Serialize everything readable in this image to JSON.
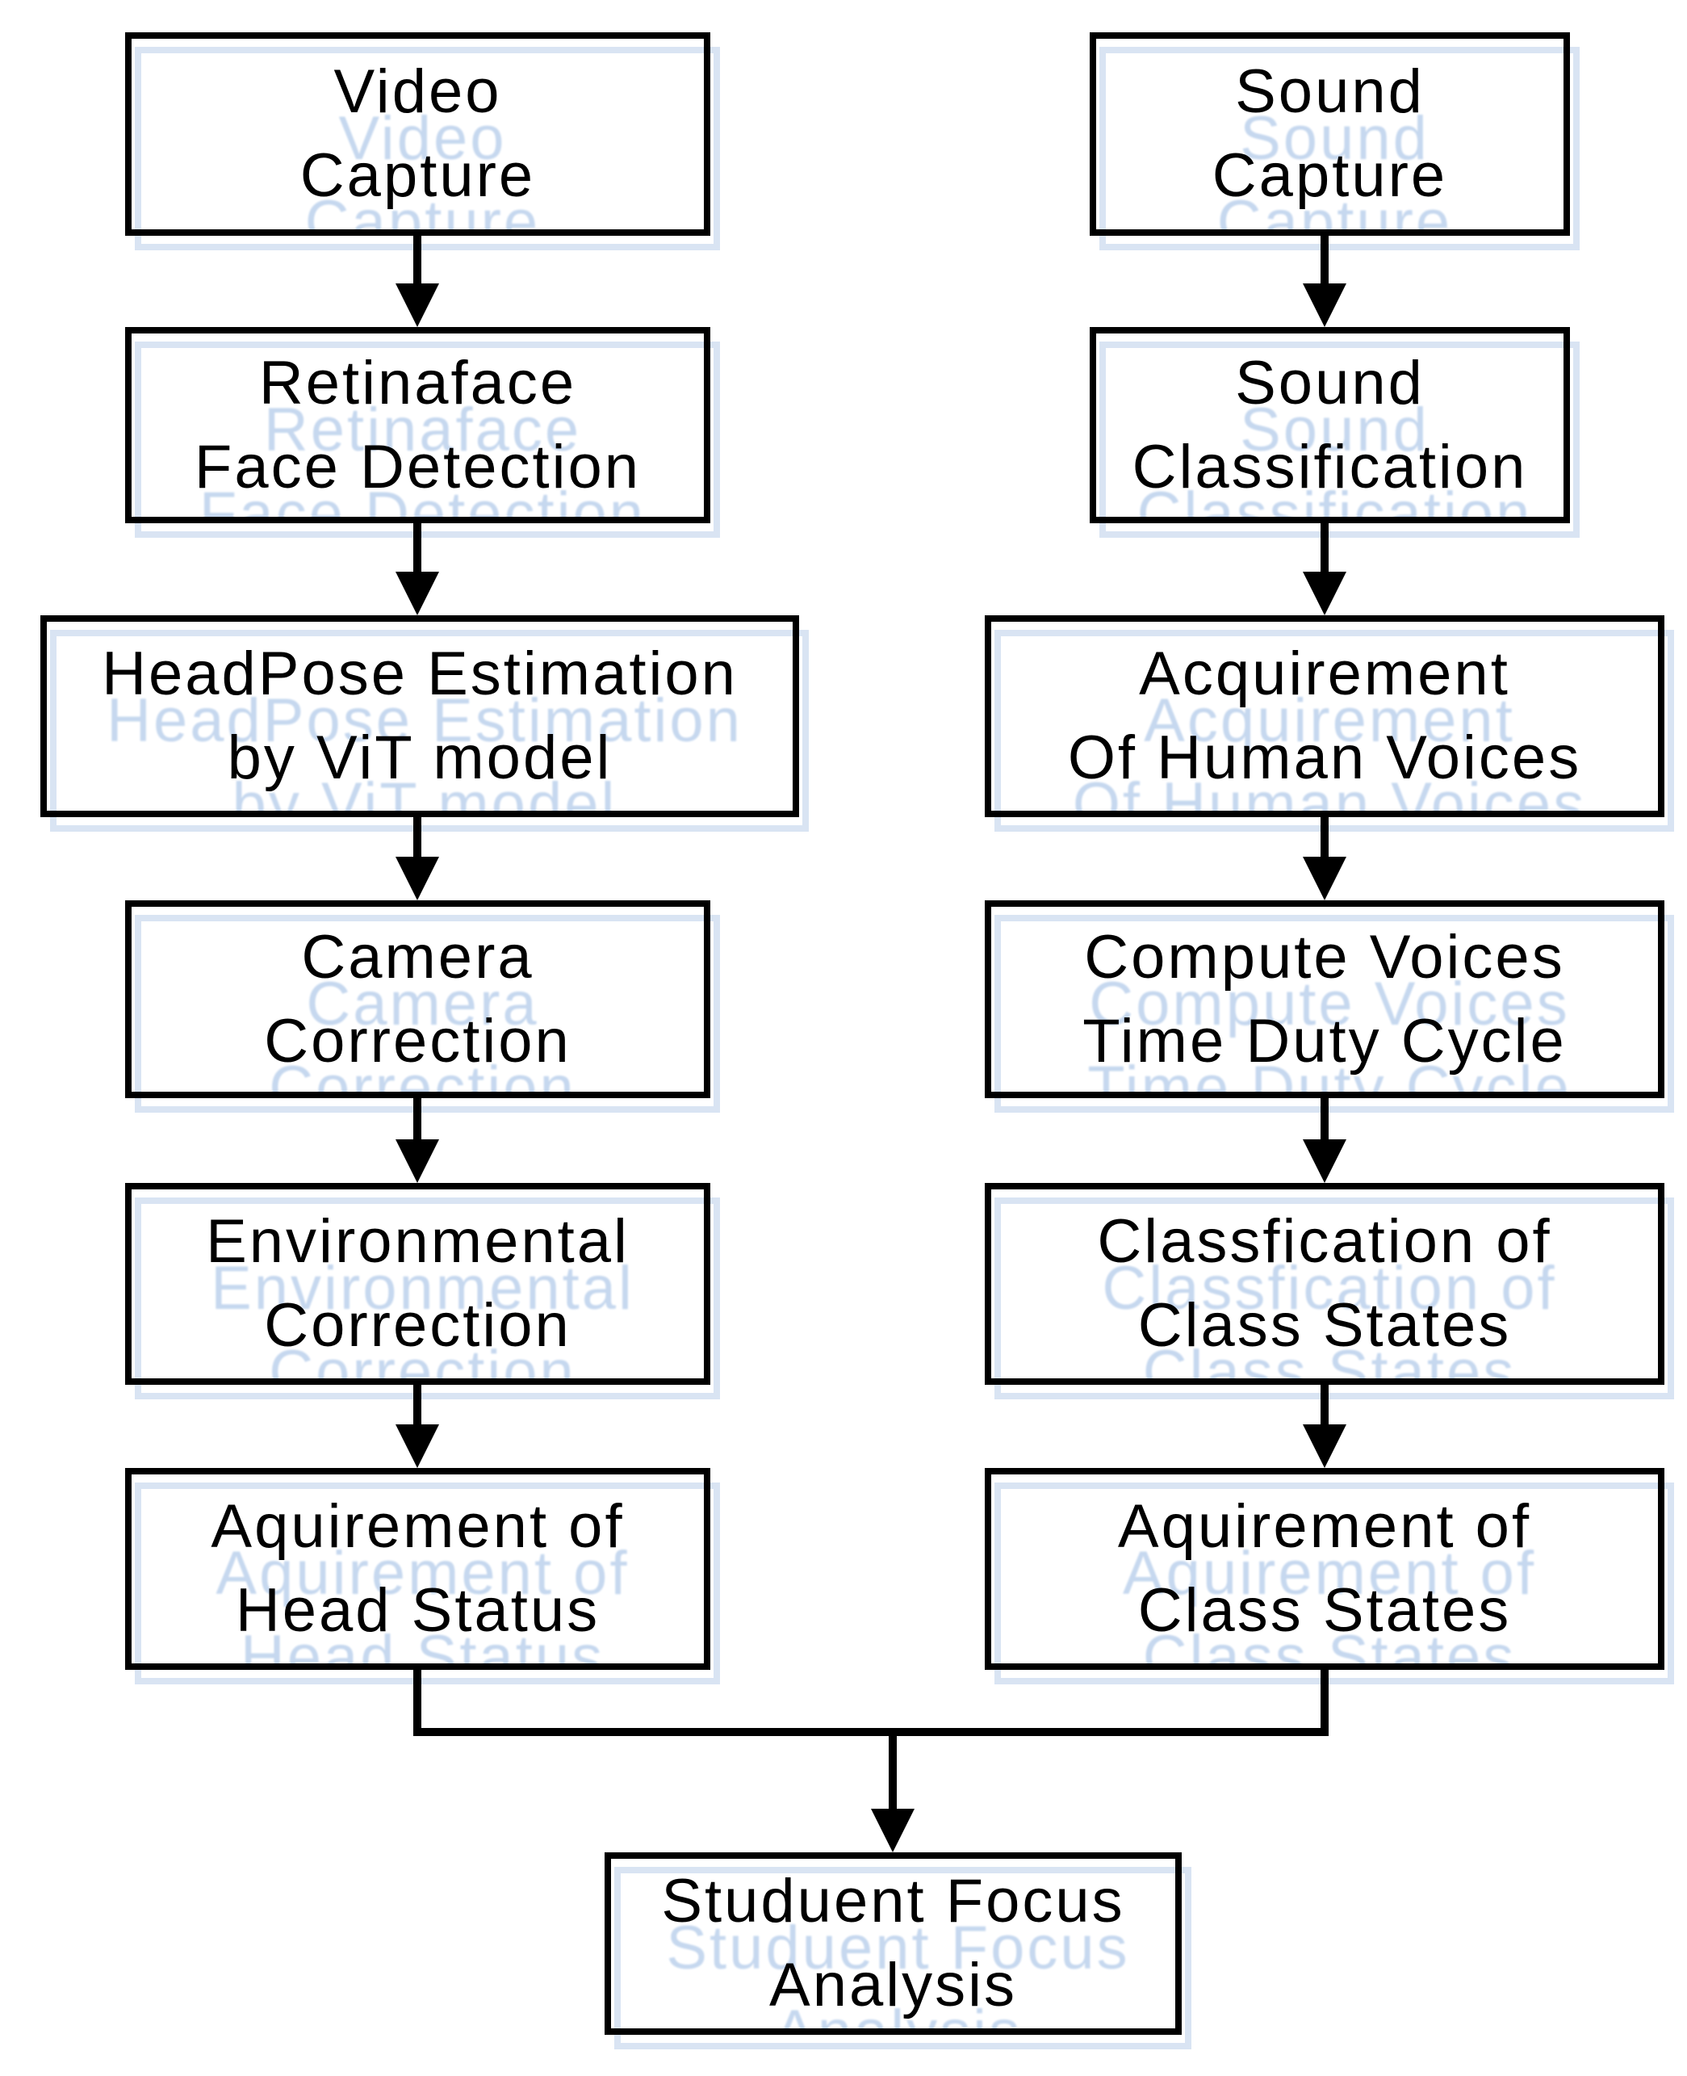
{
  "flowchart": {
    "type": "flowchart",
    "nodes": [
      {
        "id": "video-capture",
        "lines": [
          "Video",
          "Capture"
        ]
      },
      {
        "id": "retinaface-face-detection",
        "lines": [
          "Retinaface",
          "Face Detection"
        ]
      },
      {
        "id": "headpose-estimation",
        "lines": [
          "HeadPose Estimation",
          "by ViT model"
        ]
      },
      {
        "id": "camera-correction",
        "lines": [
          "Camera",
          "Correction"
        ]
      },
      {
        "id": "environmental-correction",
        "lines": [
          "Environmental",
          "Correction"
        ]
      },
      {
        "id": "aquirement-of-head-status",
        "lines": [
          "Aquirement of",
          "Head Status"
        ]
      },
      {
        "id": "sound-capture",
        "lines": [
          "Sound",
          "Capture"
        ]
      },
      {
        "id": "sound-classification",
        "lines": [
          "Sound",
          "Classification"
        ]
      },
      {
        "id": "acquirement-of-human-voices",
        "lines": [
          "Acquirement",
          "Of Human Voices"
        ]
      },
      {
        "id": "compute-voices-duty-cycle",
        "lines": [
          "Compute Voices",
          "Time Duty Cycle"
        ]
      },
      {
        "id": "classfication-of-class-states",
        "lines": [
          "Classfication of",
          "Class States"
        ]
      },
      {
        "id": "aquirement-of-class-states",
        "lines": [
          "Aquirement of",
          "Class States"
        ]
      },
      {
        "id": "student-focus-analysis",
        "lines": [
          "Studuent Focus",
          "Analysis"
        ]
      }
    ],
    "edges": [
      {
        "from": "video-capture",
        "to": "retinaface-face-detection"
      },
      {
        "from": "retinaface-face-detection",
        "to": "headpose-estimation"
      },
      {
        "from": "headpose-estimation",
        "to": "camera-correction"
      },
      {
        "from": "camera-correction",
        "to": "environmental-correction"
      },
      {
        "from": "environmental-correction",
        "to": "aquirement-of-head-status"
      },
      {
        "from": "sound-capture",
        "to": "sound-classification"
      },
      {
        "from": "sound-classification",
        "to": "acquirement-of-human-voices"
      },
      {
        "from": "acquirement-of-human-voices",
        "to": "compute-voices-duty-cycle"
      },
      {
        "from": "compute-voices-duty-cycle",
        "to": "classfication-of-class-states"
      },
      {
        "from": "classfication-of-class-states",
        "to": "aquirement-of-class-states"
      },
      {
        "from": "aquirement-of-head-status",
        "to": "student-focus-analysis"
      },
      {
        "from": "aquirement-of-class-states",
        "to": "student-focus-analysis"
      }
    ],
    "colors": {
      "ink": "#000000",
      "background": "#ffffff",
      "box_shadow": "#d9e4f3",
      "text_reflection": "#c6d8ef"
    }
  }
}
